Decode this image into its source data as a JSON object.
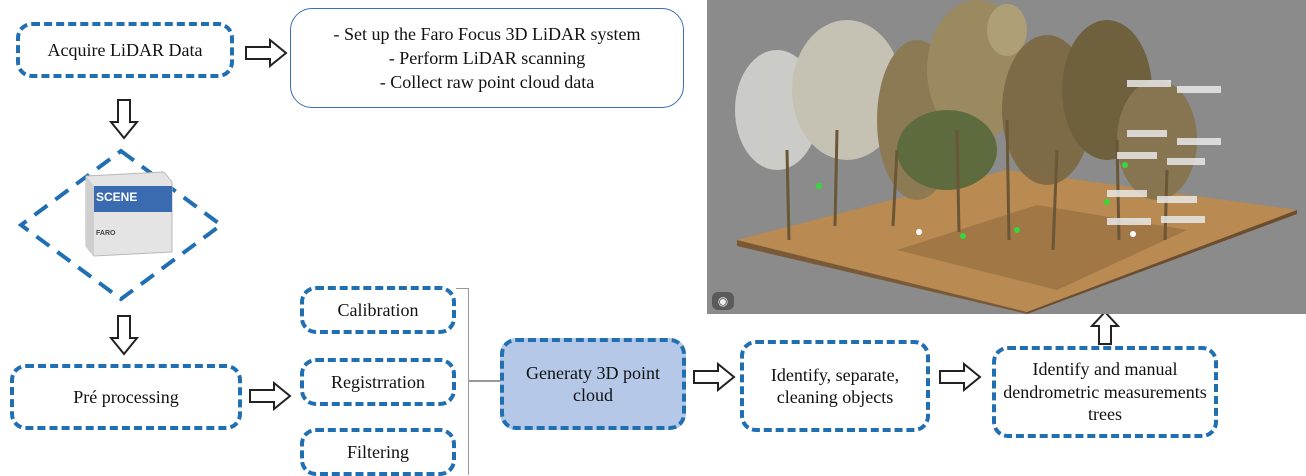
{
  "nodes": {
    "acquire": "Acquire LiDAR Data",
    "setup_lines": [
      "- Set up the Faro Focus 3D LiDAR system",
      "- Perform LiDAR scanning",
      "- Collect raw point cloud data"
    ],
    "scene_label": "SCENE",
    "scene_brand": "FARO",
    "preprocessing": "Pré processing",
    "calibration": "Calibration",
    "registration": "Registrration",
    "filtering": "Filtering",
    "generate": "Generaty 3D point cloud",
    "identify_separate": "Identify, separate, cleaning objects",
    "identify_measure": "Identify and manual dendrometric measurements trees"
  },
  "colors": {
    "dash_border": "#1f6fb2",
    "filled_box": "#b5c8e8",
    "sky": "#8a8a8a",
    "ground": "#b98a52"
  },
  "icons": {
    "view": "eye-icon"
  }
}
